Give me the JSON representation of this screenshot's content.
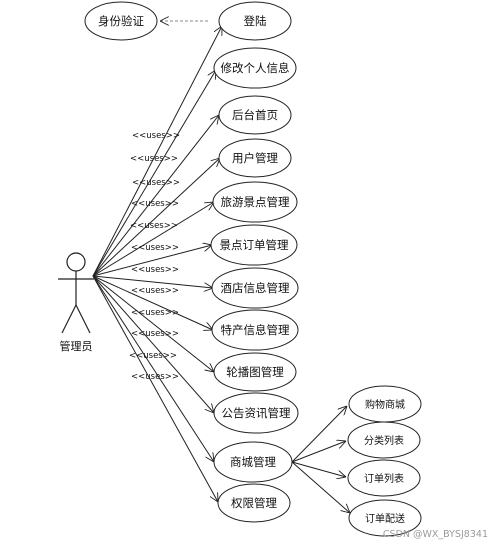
{
  "actor": {
    "label": "管理员"
  },
  "use_cases": [
    "登陆",
    "修改个人信息",
    "后台首页",
    "用户管理",
    "旅游景点管理",
    "景点订单管理",
    "酒店信息管理",
    "特产信息管理",
    "轮播图管理",
    "公告资讯管理",
    "商城管理",
    "权限管理"
  ],
  "include_case": "身份验证",
  "sub_cases": [
    "购物商城",
    "分类列表",
    "订单列表",
    "订单配送"
  ],
  "stereotype": "<<uses>>",
  "watermark": "CSDN @WX_BYSJ8341"
}
